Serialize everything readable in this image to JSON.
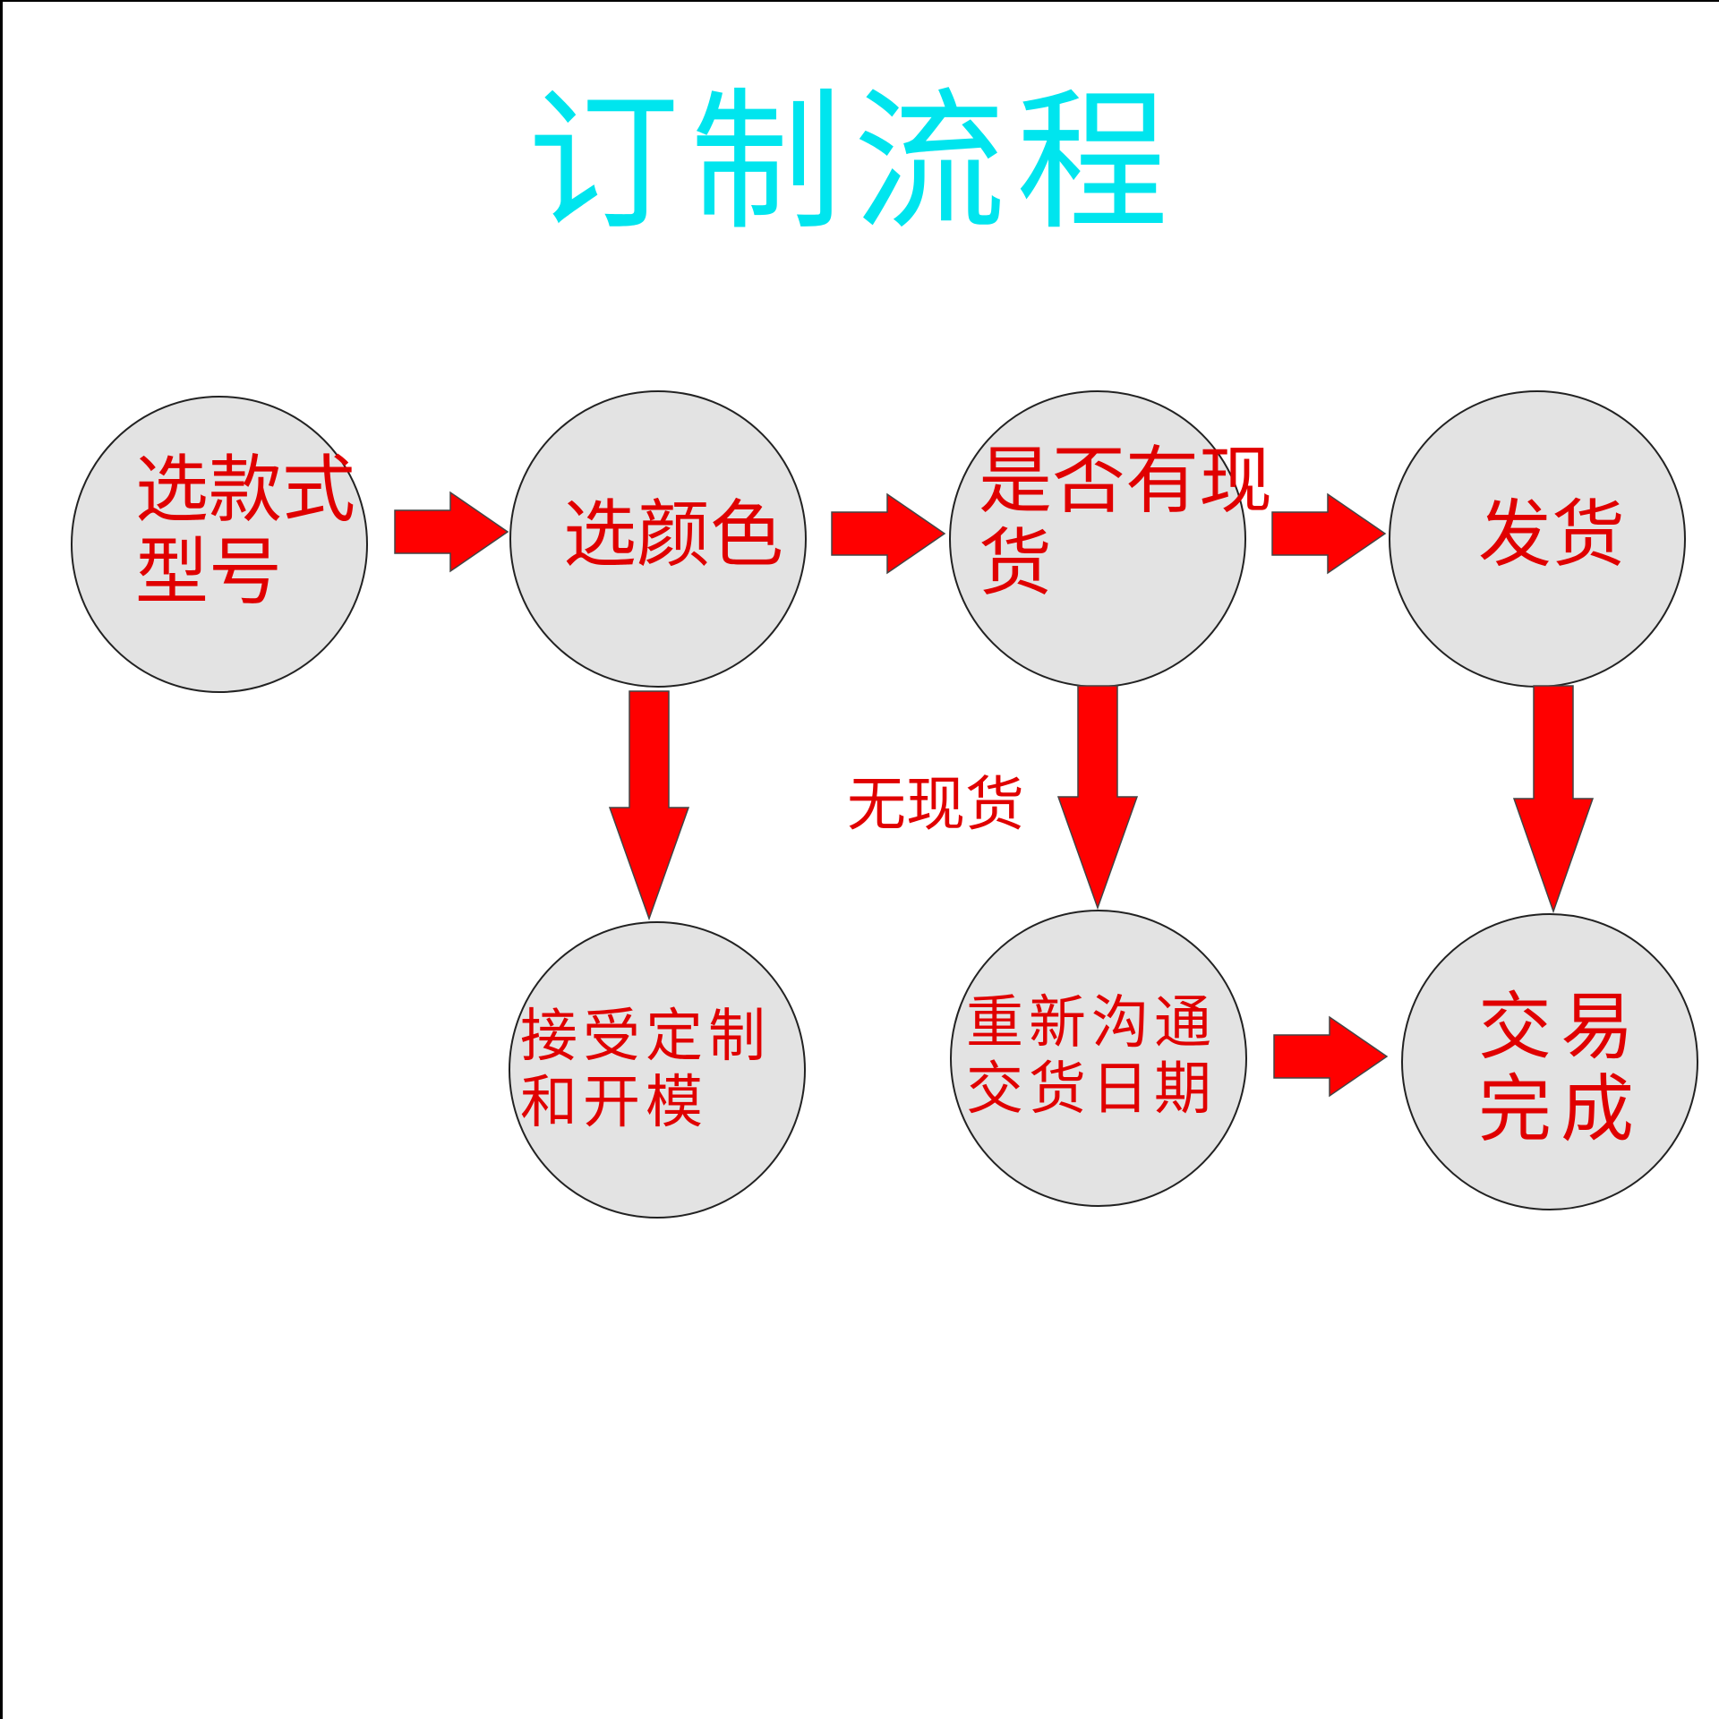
{
  "title": "订制流程",
  "colors": {
    "title": "#00e5ee",
    "node_text": "#e00000",
    "arrow": "#ff0000",
    "node_fill": "#e3e3e3"
  },
  "nodes": {
    "select_style": {
      "line1": "选款式",
      "line2": "型号"
    },
    "select_color": {
      "line1": "选颜色"
    },
    "check_stock": {
      "line1": "是否有现",
      "line2": "货"
    },
    "ship": {
      "line1": "发货"
    },
    "custom_order": {
      "line1": "接受定制",
      "line2": "和开模"
    },
    "renegotiate": {
      "line1": "重新沟通",
      "line2": "交货日期"
    },
    "complete": {
      "line1": "交易",
      "line2": "完成"
    }
  },
  "labels": {
    "no_stock": "无现货"
  }
}
